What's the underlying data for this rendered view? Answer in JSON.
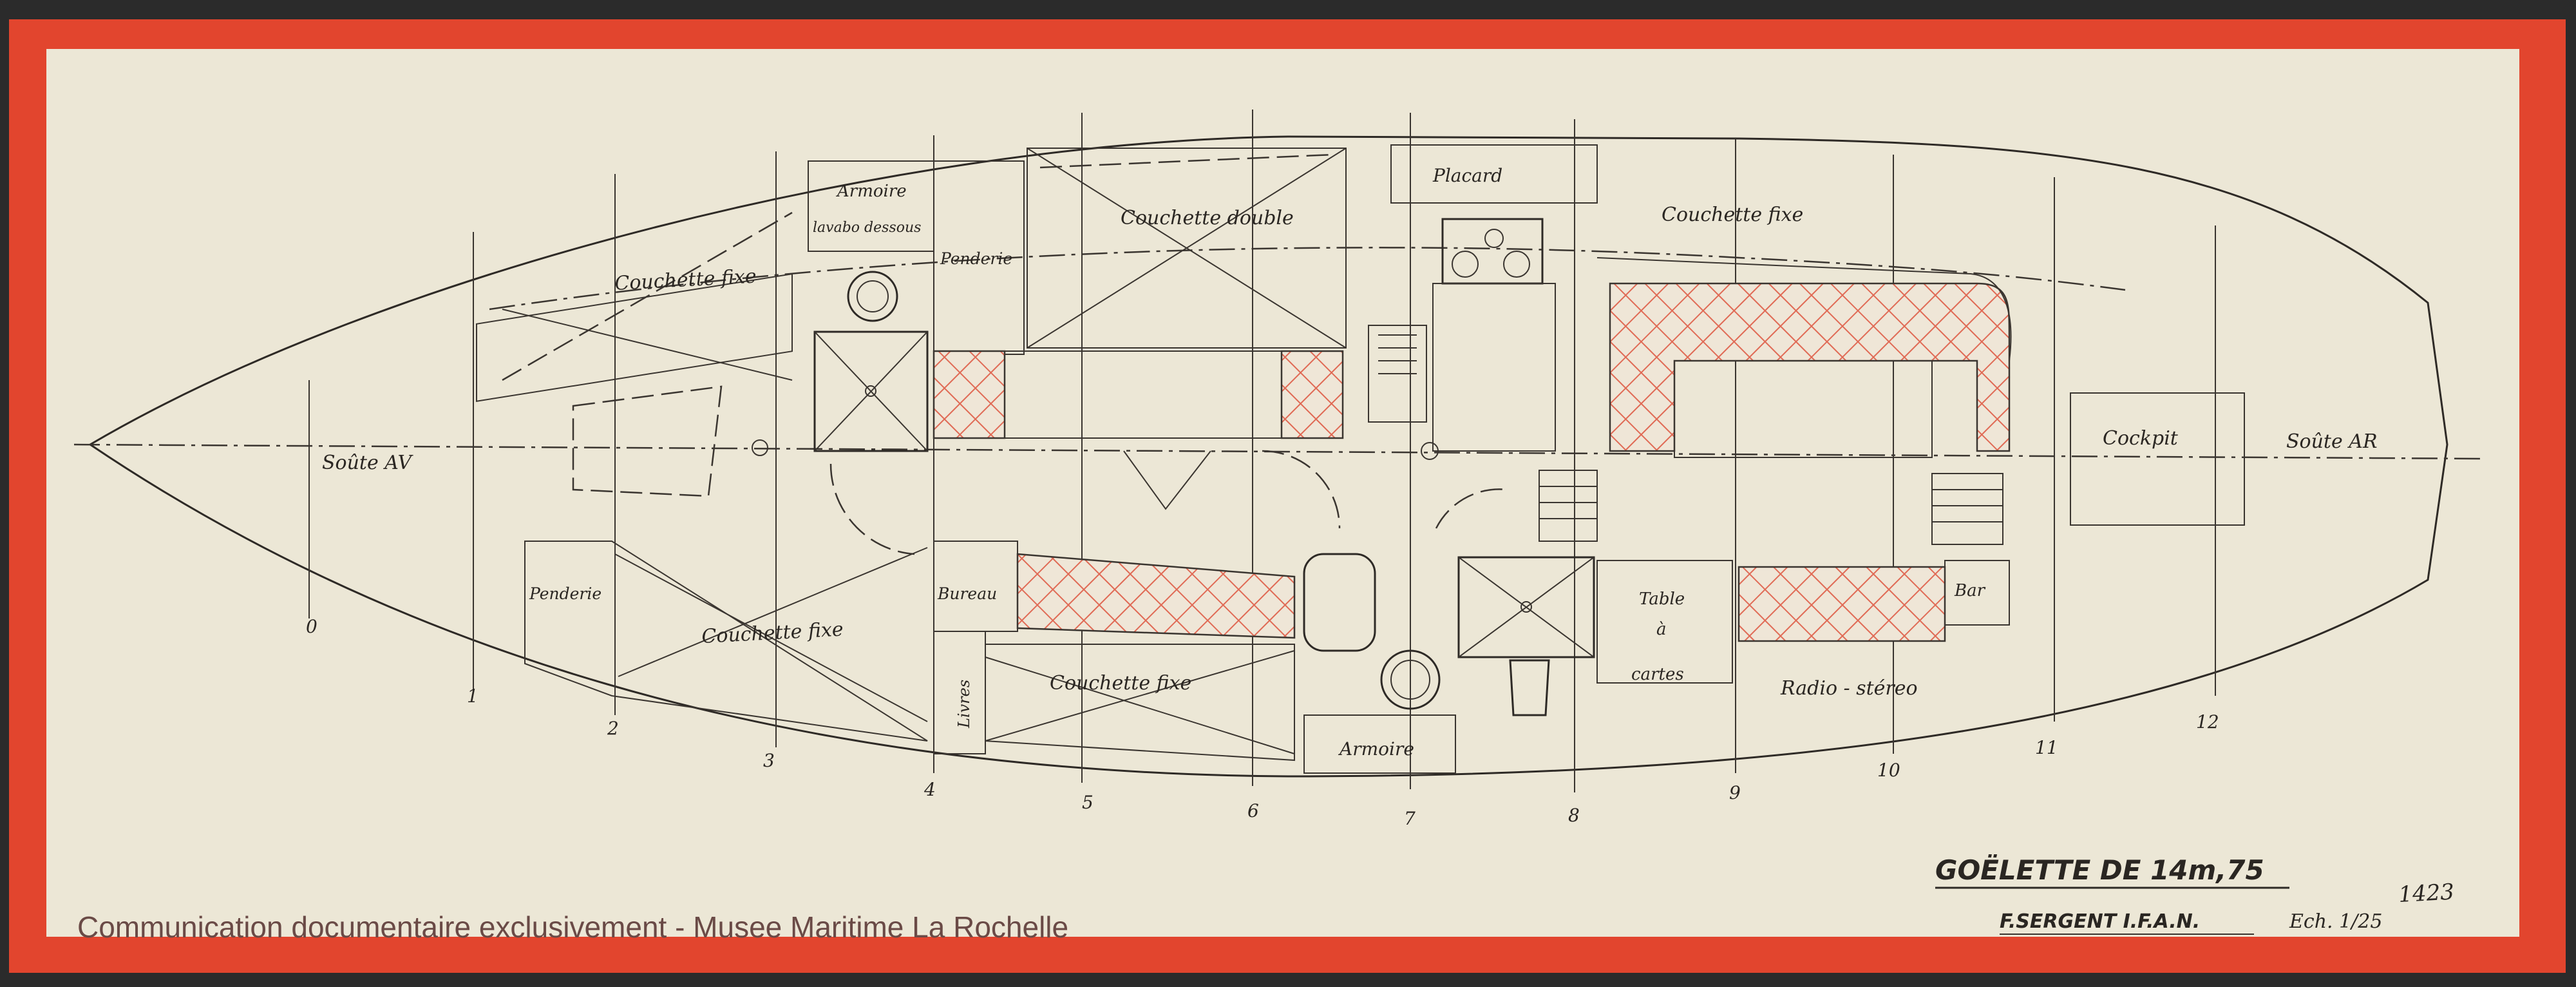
{
  "drawing": {
    "title": "GOËLETTE DE 14m,75",
    "designer": "F.SERGENT I.F.A.N.",
    "scale": "Ech. 1/25",
    "sheet_number": "1423",
    "watermark": "Communication documentaire exclusivement - Musee Maritime La Rochelle"
  },
  "labels": {
    "soute_av": "Soûte AV",
    "soute_ar": "Soûte AR",
    "couchette_fixe_fwd_top": "Couchette fixe",
    "couchette_fixe_fwd_bottom": "Couchette fixe",
    "couchette_fixe_mid_bottom": "Couchette fixe",
    "couchette_fixe_aft_top": "Couchette fixe",
    "couchette_double": "Couchette double",
    "armoire_lavabo_line1": "Armoire",
    "armoire_lavabo_line2": "lavabo dessous",
    "penderie_top": "Penderie",
    "penderie_bottom": "Penderie",
    "placard": "Placard",
    "bureau": "Bureau",
    "livres": "Livres",
    "armoire_bottom": "Armoire",
    "table_line1": "Table",
    "table_line2": "à",
    "table_line3": "cartes",
    "radio": "Radio - stéreo",
    "bar": "Bar",
    "cockpit": "Cockpit"
  },
  "stations": [
    "0",
    "1",
    "2",
    "3",
    "4",
    "5",
    "6",
    "7",
    "8",
    "9",
    "10",
    "11",
    "12"
  ],
  "colors": {
    "paper": "#ece7d6",
    "frame": "#e2452e",
    "ink": "#2e2a26",
    "hatch": "#e06a55"
  }
}
